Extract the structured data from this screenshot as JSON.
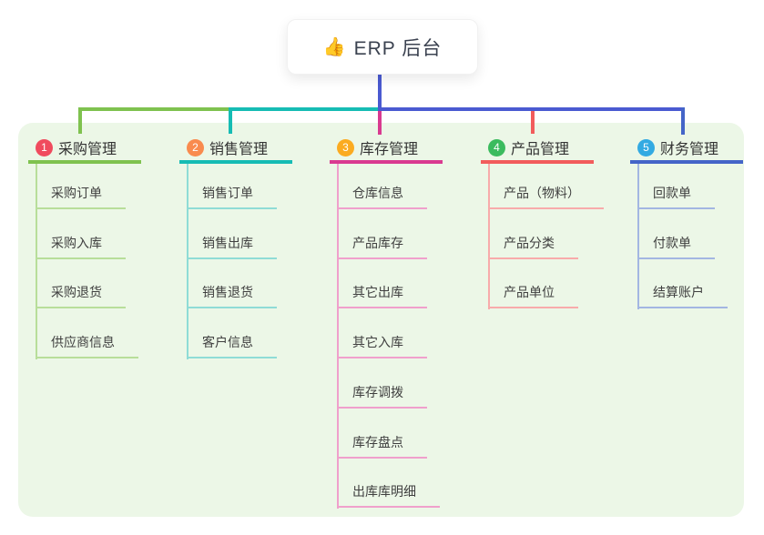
{
  "root": {
    "icon": "👍",
    "title": "ERP 后台"
  },
  "colors": {
    "canvas_bg": "#ffffff",
    "panel_bg": "#ecf7e7",
    "root_line": "#4a5ad1"
  },
  "branches": [
    {
      "index": "1",
      "label": "采购管理",
      "badge_color": "#f04b5e",
      "line_color": "#7fc24f",
      "tint_color": "#b8de9a",
      "items": [
        "采购订单",
        "采购入库",
        "采购退货",
        "供应商信息"
      ]
    },
    {
      "index": "2",
      "label": "销售管理",
      "badge_color": "#f98b4e",
      "line_color": "#16bcb4",
      "tint_color": "#8fdcd6",
      "items": [
        "销售订单",
        "销售出库",
        "销售退货",
        "客户信息"
      ]
    },
    {
      "index": "3",
      "label": "库存管理",
      "badge_color": "#fbab20",
      "line_color": "#d93a90",
      "tint_color": "#f0a0cc",
      "items": [
        "仓库信息",
        "产品库存",
        "其它出库",
        "其它入库",
        "库存调拨",
        "库存盘点",
        "出库库明细"
      ]
    },
    {
      "index": "4",
      "label": "产品管理",
      "badge_color": "#3bbb5e",
      "line_color": "#f25c5c",
      "tint_color": "#f8abab",
      "items": [
        "产品（物料）",
        "产品分类",
        "产品单位"
      ]
    },
    {
      "index": "5",
      "label": "财务管理",
      "badge_color": "#33aae2",
      "line_color": "#4465c8",
      "tint_color": "#a3b6e2",
      "items": [
        "回款单",
        "付款单",
        "结算账户"
      ]
    }
  ]
}
